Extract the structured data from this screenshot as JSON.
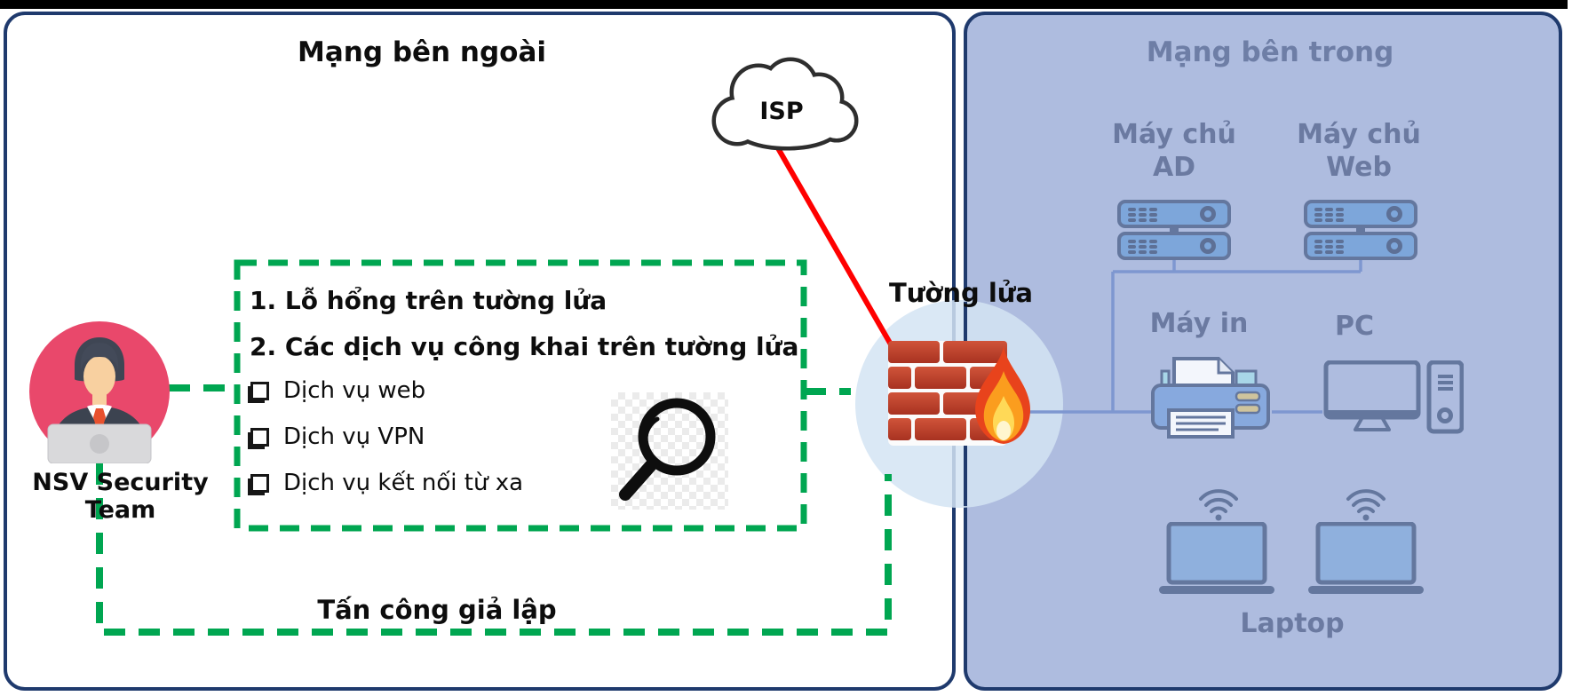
{
  "external_network": {
    "title": "Mạng bên ngoài",
    "isp_label": "ISP",
    "actor_label_line1": "NSV Security",
    "actor_label_line2": "Team",
    "attack_label": "Tấn công giả lập",
    "findings_box": {
      "numbered_items": [
        "1. Lỗ hổng trên tường lửa",
        "2. Các dịch vụ công khai trên tường lửa"
      ],
      "checklist": [
        "Dịch vụ web",
        "Dịch vụ VPN",
        "Dịch vụ kết nối từ xa"
      ]
    }
  },
  "firewall": {
    "label": "Tường lửa"
  },
  "internal_network": {
    "title": "Mạng bên trong",
    "server_ad_label_line1": "Máy chủ",
    "server_ad_label_line2": "AD",
    "server_web_label_line1": "Máy chủ",
    "server_web_label_line2": "Web",
    "printer_label": "Máy in",
    "pc_label": "PC",
    "laptop_label": "Laptop"
  },
  "colors": {
    "panel_border": "#1f3a6d",
    "internal_bg": "#aebcdf",
    "green_dashed": "#00a651",
    "red_wan_link": "#ff0000",
    "blue_lan_link": "#7e97d0",
    "internal_label": "#6b7aa1",
    "avatar_circle": "#e9486b"
  }
}
